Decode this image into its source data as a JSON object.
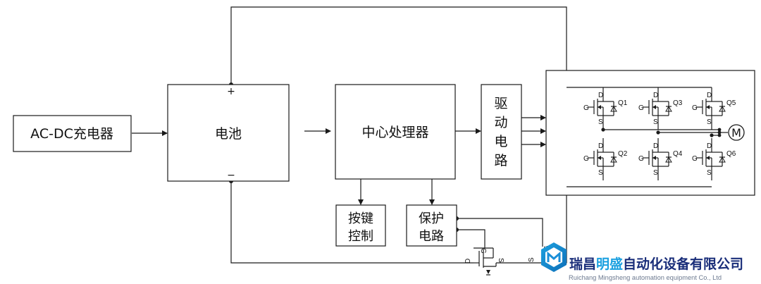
{
  "blocks": {
    "charger": "AC-DC充电器",
    "battery": "电池",
    "battery_plus": "+",
    "battery_minus": "−",
    "cpu": "中心处理器",
    "driver": [
      "驱",
      "动",
      "电",
      "路"
    ],
    "keypad": [
      "按键",
      "控制"
    ],
    "protect": [
      "保护",
      "电路"
    ]
  },
  "bridge": {
    "transistors": [
      "Q1",
      "Q3",
      "Q5",
      "Q2",
      "Q4",
      "Q6"
    ],
    "pin_d": "D",
    "pin_g": "G",
    "pin_s": "S",
    "motor": "M"
  },
  "switch": {
    "pin_d": "D",
    "pin_g": "G",
    "pin_s": "S",
    "pin_s_out": "S",
    "pin_g_out": "G"
  },
  "logo": {
    "cn_part1": "瑞昌",
    "cn_part2": "明盛",
    "cn_part3": "自动化设备有限公司",
    "en": "Ruichang Mingsheng automation equipment Co., Ltd",
    "color_main": "#1a2e7a",
    "color_accent": "#1da1e0"
  }
}
